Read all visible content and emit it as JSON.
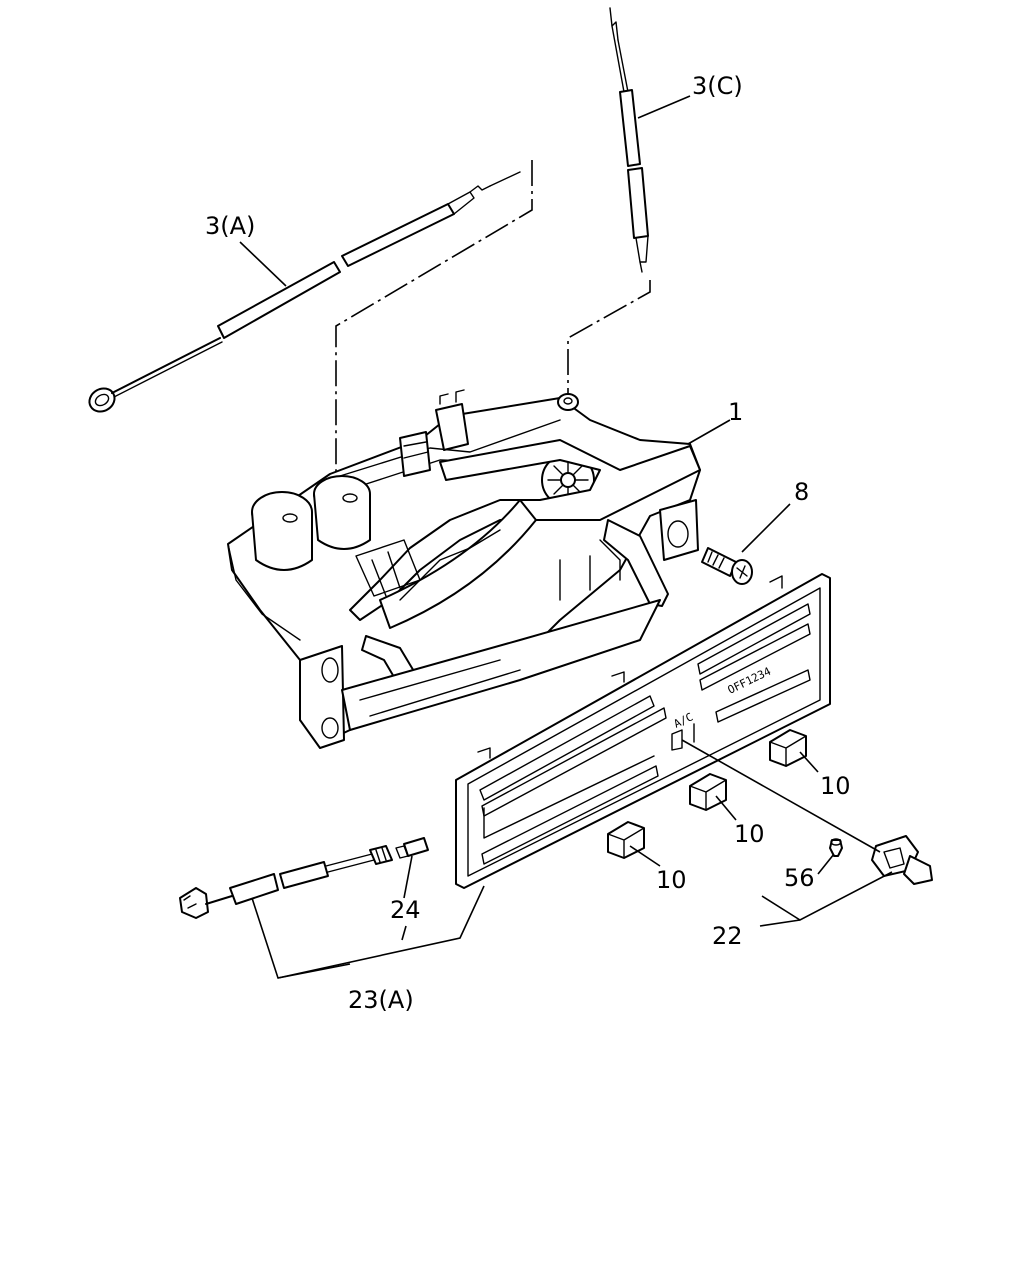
{
  "callouts": {
    "c1": "1",
    "c3a": "3(A)",
    "c3c": "3(C)",
    "c8": "8",
    "c10a": "10",
    "c10b": "10",
    "c10c": "10",
    "c22": "22",
    "c23a": "23(A)",
    "c24": "24",
    "c56": "56"
  },
  "panel_text": {
    "model_code": "OFF1234",
    "ac_label": "A/C"
  }
}
